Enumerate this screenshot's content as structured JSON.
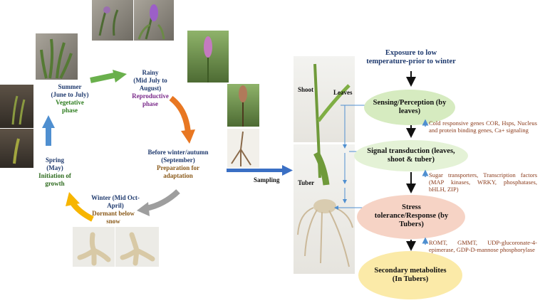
{
  "cycle": {
    "summer": {
      "title": "Summer",
      "period": "(June to July)",
      "phase": "Vegetative phase"
    },
    "rainy": {
      "title": "Rainy",
      "period": "(Mid July to August)",
      "phase": "Reproductive phase"
    },
    "autumn": {
      "title": "Before winter/autumn",
      "period": "(September)",
      "phase": "Preparation for adaptation"
    },
    "winter": {
      "title": "Winter (Mid Oct-April)",
      "phase": "Dormant below snow"
    },
    "spring": {
      "title": "Spring (May)",
      "phase": "Initiation of growth"
    }
  },
  "sampling_label": "Sampling",
  "plant_labels": {
    "shoot": "Shoot",
    "leaves": "Leaves",
    "tuber": "Tuber"
  },
  "flow": {
    "top": "Exposure to low temperature-prior to winter",
    "sensing": "Sensing/Perception (by leaves)",
    "sensing_genes": "Cold responsive genes COR, Hsps, Nucleus and protein binding genes, Ca+ signaling",
    "signal": "Signal transduction (leaves, shoot & tuber)",
    "signal_genes": "Sugar transporters, Transcription factors (MAP kinases, WRKY, phosphatases, bHLH, ZIP)",
    "stress": "Stress tolerance/Response (by Tubers)",
    "stress_genes": "ROMT, GMMT, UDP-glucoronate-4-epimerase, GDP-D-mannose phosphorylase",
    "secondary": "Secondary metabolites (In Tubers)"
  },
  "colors": {
    "green_arrow": "#6ab04c",
    "orange_arrow": "#e87722",
    "gray_arrow": "#9e9e9e",
    "yellow_arrow": "#f7b500",
    "blue_arrow": "#4f8fd0",
    "sampling_arrow": "#3a6fc4",
    "ellipse_green": "#d6ebc0",
    "ellipse_lightgreen": "#e4f2d6",
    "ellipse_peach": "#f6d3c5",
    "ellipse_yellow": "#fbeaa8"
  },
  "icons": [
    "summer-photo",
    "rainy-photo",
    "autumn-photo",
    "winter-photo",
    "spring-photo",
    "plant-photo"
  ]
}
